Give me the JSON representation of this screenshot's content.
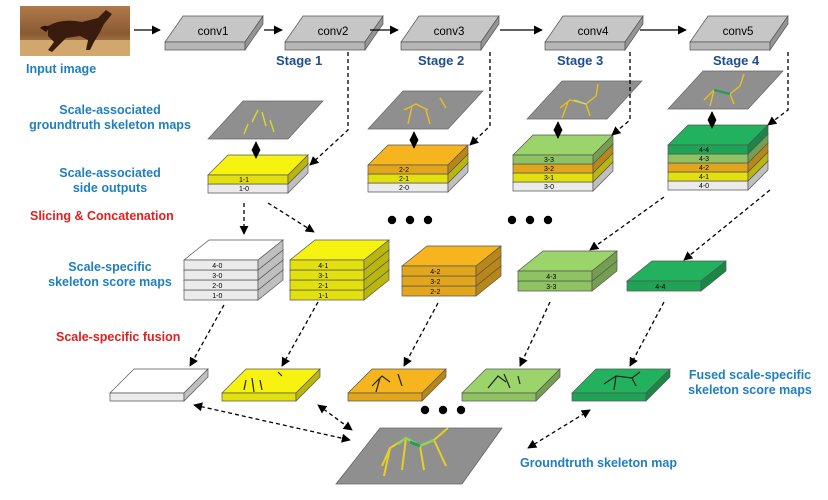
{
  "conv_layers": [
    "conv1",
    "conv2",
    "conv3",
    "conv4",
    "conv5"
  ],
  "stages": [
    "Stage 1",
    "Stage 2",
    "Stage 3",
    "Stage 4"
  ],
  "labels": {
    "input_image": "Input image",
    "gt_maps_line1": "Scale-associated",
    "gt_maps_line2": "groundtruth skeleton maps",
    "side_outputs_line1": "Scale-associated",
    "side_outputs_line2": "side outputs",
    "slicing": "Slicing & Concatenation",
    "score_maps_line1": "Scale-specific",
    "score_maps_line2": "skeleton score maps",
    "fusion": "Scale-specific fusion",
    "fused_line1": "Fused scale-specific",
    "fused_line2": "skeleton score maps",
    "groundtruth": "Groundtruth skeleton map"
  },
  "side_outputs": {
    "stage1": [
      "1-1",
      "1-0"
    ],
    "stage2": [
      "2-2",
      "2-1",
      "2-0"
    ],
    "stage3": [
      "3-3",
      "3-2",
      "3-1",
      "3-0"
    ],
    "stage4": [
      "4-4",
      "4-3",
      "4-2",
      "4-1",
      "4-0"
    ]
  },
  "score_maps": {
    "scale0": [
      "4-0",
      "3-0",
      "2-0",
      "1-0"
    ],
    "scale1": [
      "4-1",
      "3-1",
      "2-1",
      "1-1"
    ],
    "scale2": [
      "4-2",
      "3-2",
      "2-2"
    ],
    "scale3": [
      "4-3",
      "3-3"
    ],
    "scale4": [
      "4-4"
    ]
  },
  "colors": {
    "white": "#ffffff",
    "yellow": "#f7f311",
    "orange": "#f6b41f",
    "light_green": "#9bd46a",
    "green": "#22b25e",
    "gray": "#8f8f8f",
    "conv": "#c6c6c6",
    "label_blue": "#1f7fc0",
    "label_red": "#e02020",
    "stage_navy": "#1f4e8c"
  }
}
